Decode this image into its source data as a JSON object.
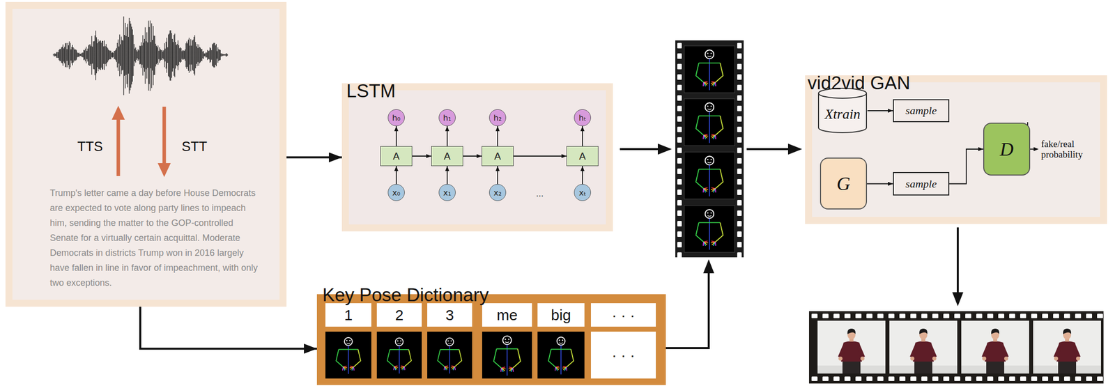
{
  "diagram": {
    "nodes": [
      {
        "text": [
          "Trump's letter came a day before House Democrats are expected to vote along party lines to impeach him, sending the matter to the GOP-controlled Senate for a virtually certain acquittal. Moderate Democrats in districts Trump won in 2016 largely have fallen in line in favor of impeachment, with only two exceptions."
        ]
      },
      {
        "text": [
          "LSTM"
        ]
      },
      {
        "text": [
          "h₀"
        ],
        "in": 1
      },
      {
        "text": [
          "h₁"
        ],
        "in": 1
      },
      {
        "text": [
          "h₂"
        ],
        "in": 1
      },
      {
        "text": [
          "hₜ"
        ],
        "in": 1
      },
      {
        "text": [
          "A"
        ],
        "in": 1
      },
      {
        "text": [
          "A"
        ],
        "in": 1
      },
      {
        "text": [
          "A"
        ],
        "in": 1
      },
      {
        "text": [
          "A"
        ],
        "in": 1
      },
      {
        "text": [
          "x₀"
        ],
        "in": 1
      },
      {
        "text": [
          "x₁"
        ],
        "in": 1
      },
      {
        "text": [
          "x₂"
        ],
        "in": 1
      },
      {
        "text": [
          "xₜ"
        ],
        "in": 1
      },
      {
        "text": [
          "Key Pose Dictionary"
        ]
      },
      {
        "text": [
          "1"
        ],
        "in": 14
      },
      {
        "text": [
          "2"
        ],
        "in": 14
      },
      {
        "text": [
          "3"
        ],
        "in": 14
      },
      {
        "text": [
          "me"
        ],
        "in": 14
      },
      {
        "text": [
          "big"
        ],
        "in": 14
      },
      {
        "text": [
          "· · ·"
        ],
        "in": 14
      },
      {
        "text": [
          "· · ·"
        ],
        "in": 14
      },
      {
        "text": [
          "vid2vid GAN"
        ]
      },
      {
        "text": [
          "Xtrain"
        ],
        "in": 22
      },
      {
        "text": [
          "sample"
        ],
        "in": 22
      },
      {
        "text": [
          "G"
        ],
        "in": 22
      },
      {
        "text": [
          "sample"
        ],
        "in": 22
      },
      {
        "text": [
          "D"
        ],
        "in": 22
      }
    ],
    "edges": [
      {
        "from": 0,
        "to": 1,
        "arrow": "to"
      },
      {
        "from": 0,
        "to": 14,
        "arrow": "to"
      },
      {
        "from": 10,
        "to": 6,
        "arrow": "to"
      },
      {
        "from": 6,
        "to": 2,
        "arrow": "to"
      },
      {
        "from": 6,
        "to": 7,
        "arrow": "to"
      },
      {
        "from": 11,
        "to": 7,
        "arrow": "to"
      },
      {
        "from": 7,
        "to": 3,
        "arrow": "to"
      },
      {
        "from": 7,
        "to": 8,
        "arrow": "to"
      },
      {
        "from": 12,
        "to": 8,
        "arrow": "to"
      },
      {
        "from": 8,
        "to": 4,
        "arrow": "to"
      },
      {
        "from": 8,
        "to": 9,
        "arrow": "to"
      },
      {
        "from": 13,
        "to": 9,
        "arrow": "to"
      },
      {
        "from": 9,
        "to": 5,
        "arrow": "to"
      },
      {
        "from": 23,
        "to": 24,
        "arrow": "to"
      },
      {
        "from": 25,
        "to": 26,
        "arrow": "to"
      },
      {
        "from": 24,
        "to": 27,
        "arrow": "to"
      },
      {
        "from": 26,
        "to": 27,
        "arrow": "to"
      }
    ],
    "labels": [
      "TTS",
      "STT",
      "...",
      "fake/real probability"
    ]
  }
}
